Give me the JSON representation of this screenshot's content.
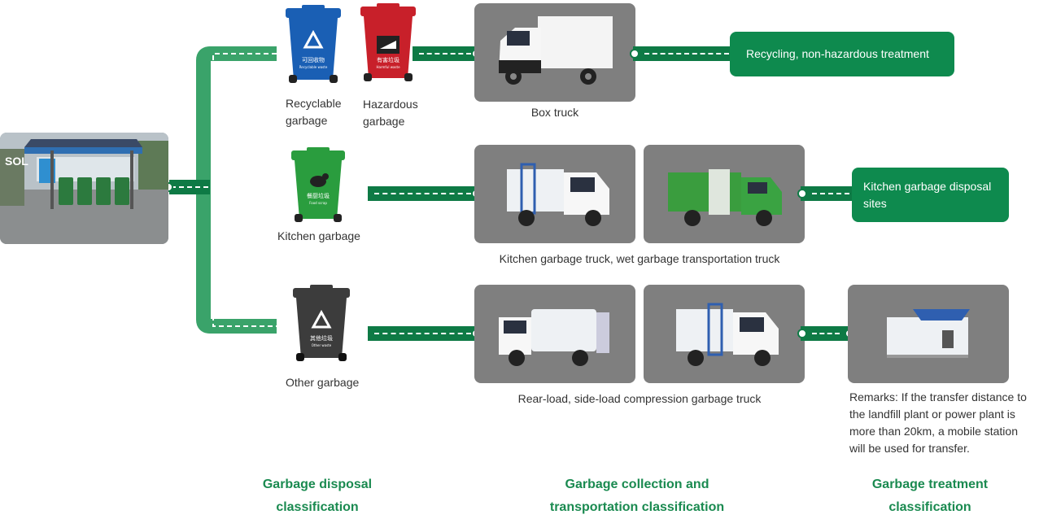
{
  "bins": {
    "recyclable": {
      "label": "Recyclable garbage",
      "color": "#1a5fb4",
      "text": "可回收物",
      "sub": "Recyclable waste"
    },
    "hazardous": {
      "label": "Hazardous garbage",
      "color": "#c8202a",
      "text": "有害垃圾",
      "sub": "Harmful waste"
    },
    "kitchen": {
      "label": "Kitchen garbage",
      "color": "#2a9d3e",
      "text": "餐厨垃圾",
      "sub": "Food scrap"
    },
    "other": {
      "label": "Other garbage",
      "color": "#3c3c3c",
      "text": "其他垃圾",
      "sub": "Other waste"
    }
  },
  "trucks": {
    "box": "Box truck",
    "kitchen": "Kitchen garbage truck, wet garbage transportation truck",
    "compression": "Rear-load, side-load compression garbage truck"
  },
  "destinations": {
    "recycling": "Recycling, non-hazardous treatment",
    "kitchen_sites": "Kitchen garbage disposal sites"
  },
  "remarks": "Remarks: If the transfer distance to the landfill plant or power plant is more than 20km, a mobile station will be used for transfer.",
  "columns": {
    "disposal": "Garbage disposal classification",
    "collection": "Garbage collection and transportation classification",
    "treatment": "Garbage treatment classification"
  },
  "colors": {
    "accent": "#0e8a4e",
    "line_outer": "#3aa36a",
    "photo_bg": "#7f7f7f"
  }
}
